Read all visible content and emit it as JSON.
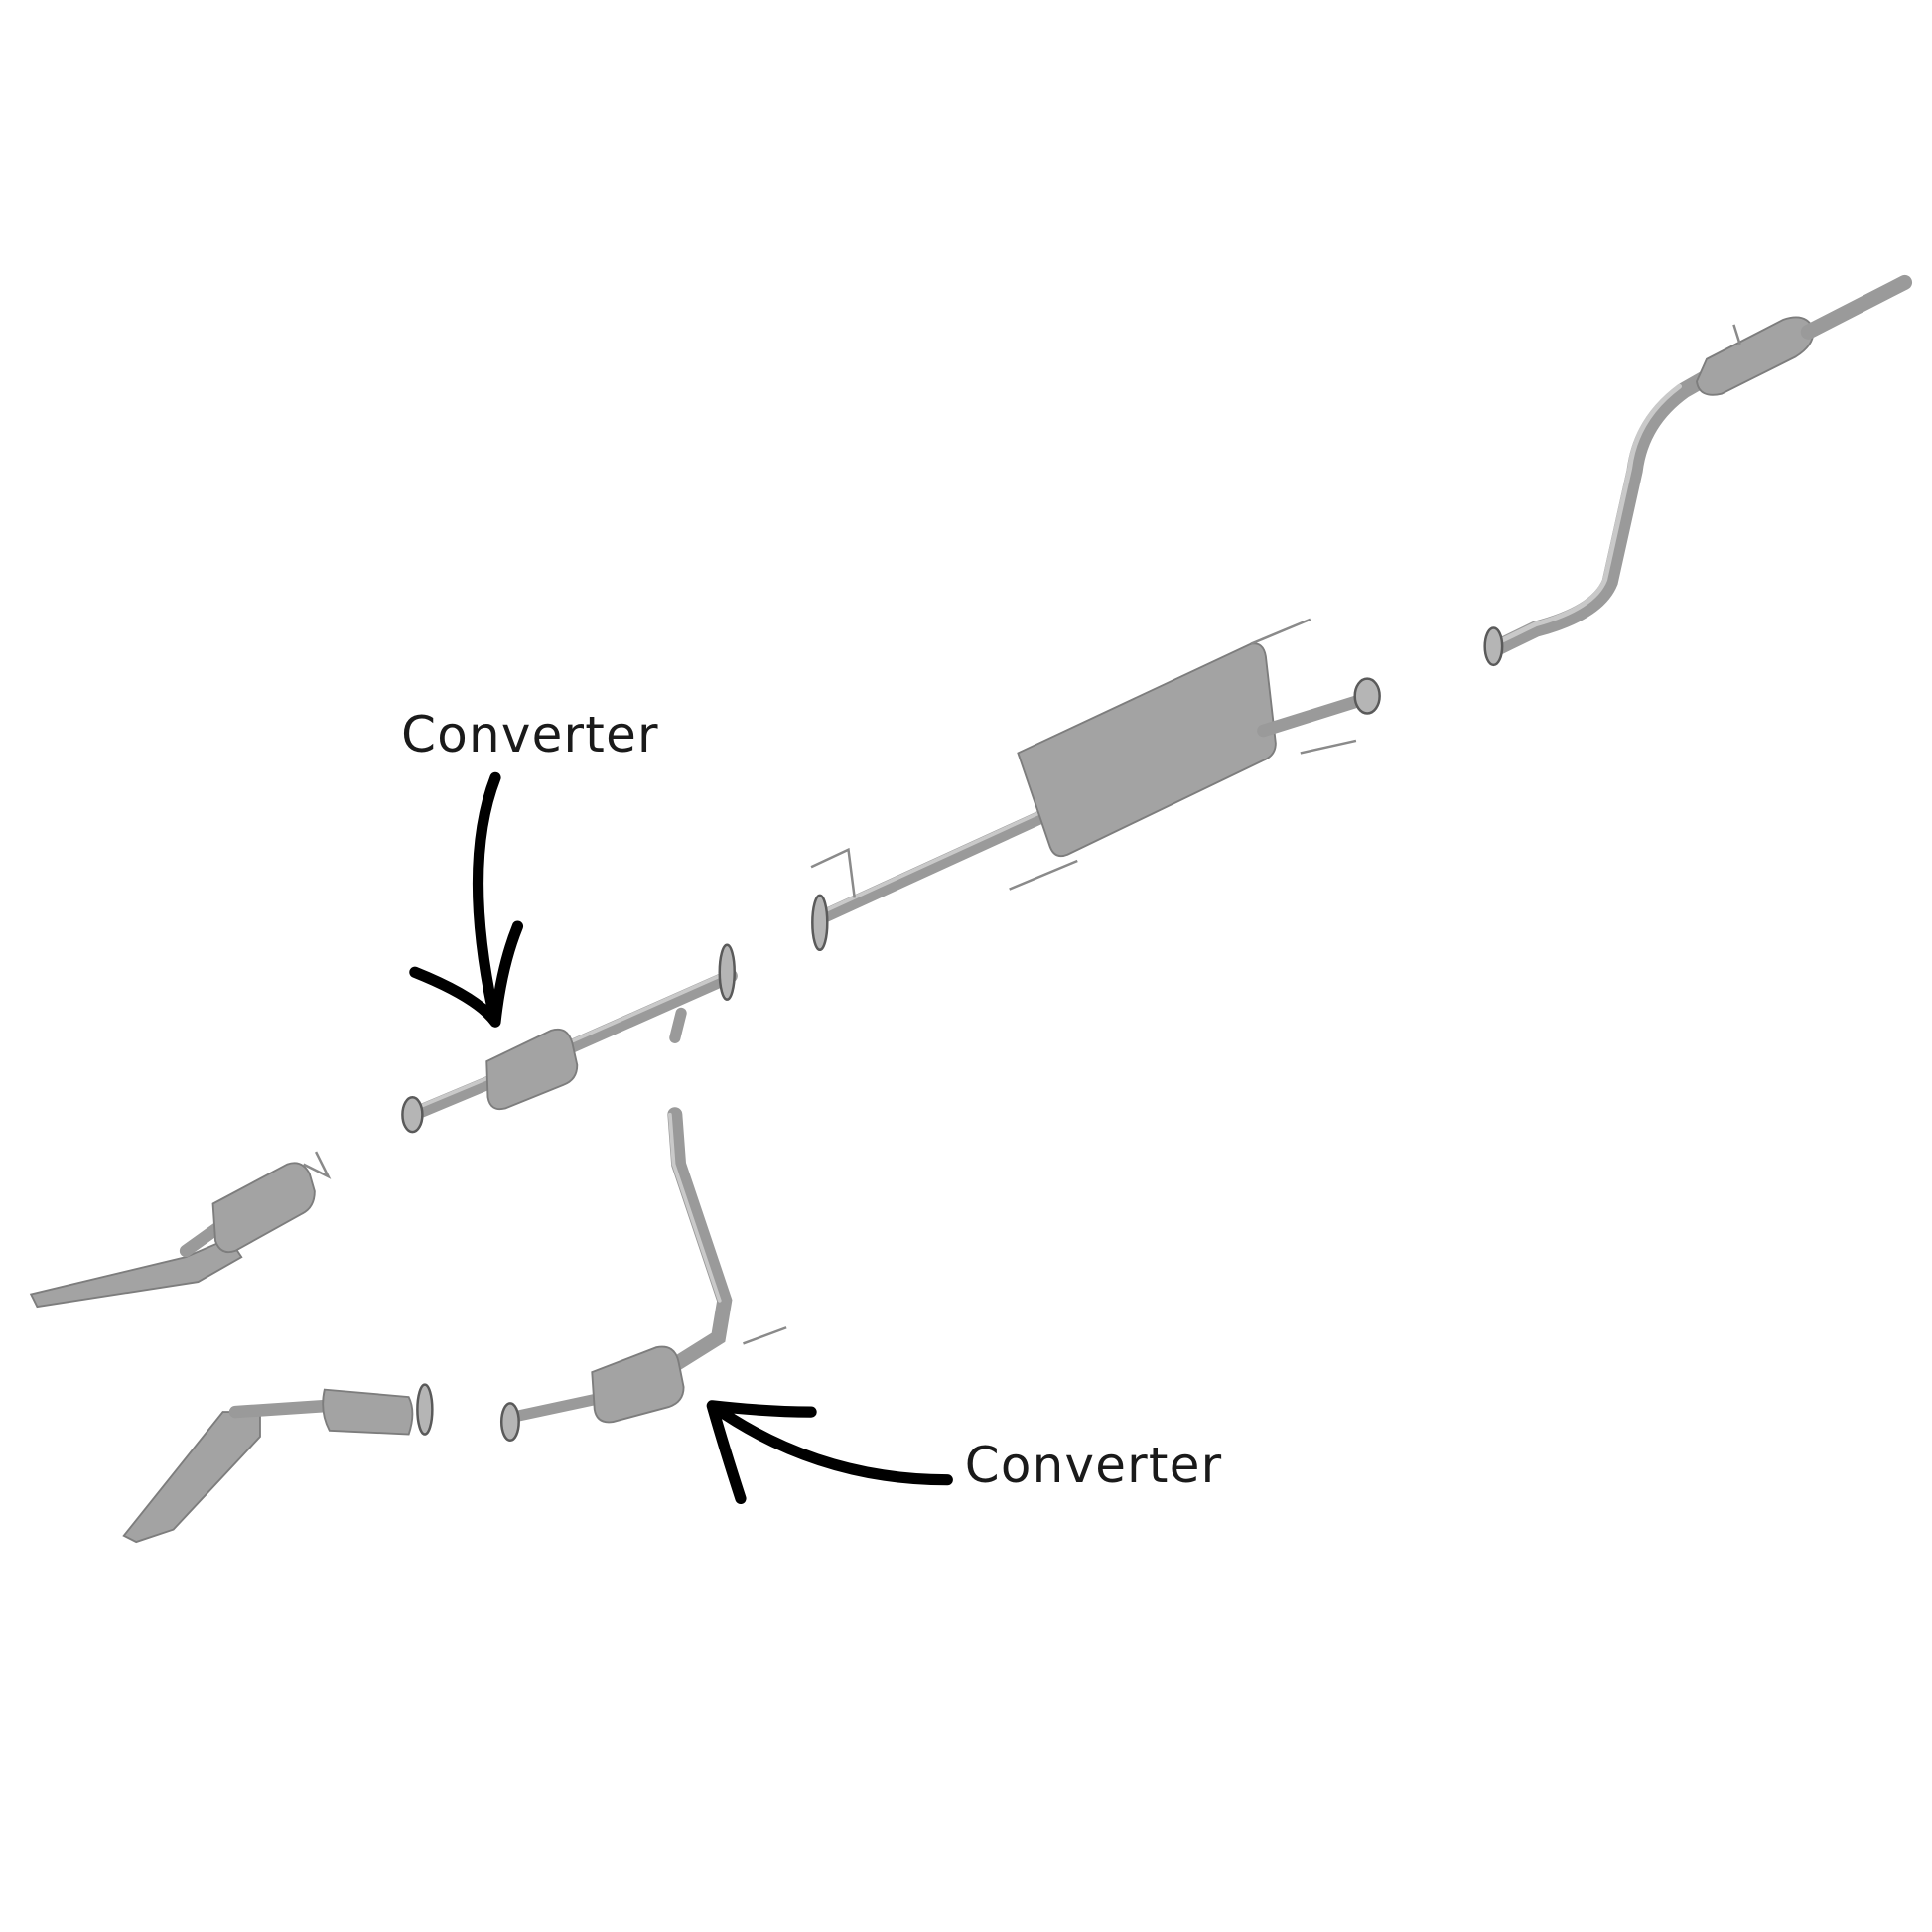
{
  "diagram": {
    "labels": [
      {
        "id": "converter-upper",
        "text": "Converter"
      },
      {
        "id": "converter-lower",
        "text": "Converter"
      }
    ],
    "colors": {
      "part": "#a3a3a3",
      "arrow": "#000000",
      "background": "#ffffff"
    }
  }
}
